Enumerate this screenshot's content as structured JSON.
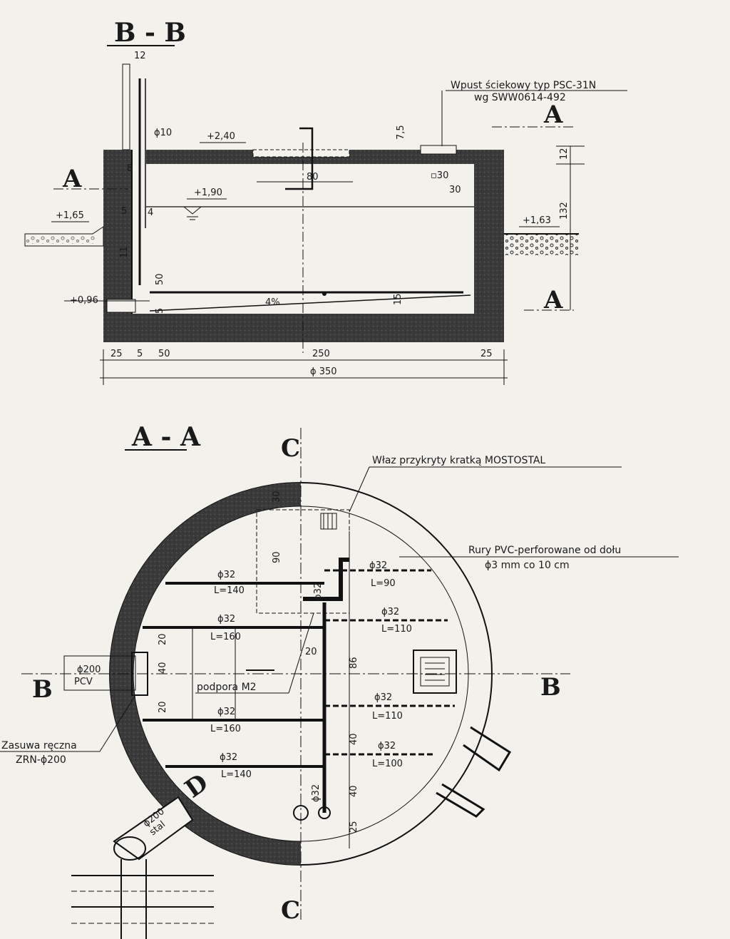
{
  "section_bb": {
    "title": "B - B",
    "inlet_note_line1": "Wpust ściekowy typ PSC-31N",
    "inlet_note_line2": "wg SWW0614-492",
    "cut_marker_a": "A",
    "levels": {
      "top": "+2,40",
      "water": "+1,90",
      "ground_left": "+1,65",
      "ground_right": "+1,63",
      "outlet": "+0,96"
    },
    "dims": {
      "d12": "12",
      "d10": "ϕ10",
      "d75": "7,5",
      "d8": "8",
      "d80": "80",
      "d30a": "▫30",
      "d30b": "30",
      "d5": "5",
      "d4": "4",
      "d11": "11",
      "d50v": "50",
      "d5b": "5",
      "d15": "15",
      "slope": "4%",
      "d12r": "12",
      "d132": "132",
      "bottom": [
        "25",
        "5",
        "50",
        "250",
        "25"
      ],
      "diameter": "ϕ 350"
    }
  },
  "section_aa": {
    "title": "A - A",
    "hatch_note": "Właz przykryty kratką MOSTOSTAL",
    "pipe_note_line1": "Rury PVC-perforowane od dołu",
    "pipe_note_line2": "ϕ3 mm co 10 cm",
    "support_label": "podpora M2",
    "valve_note_line1": "Zasuwa ręczna",
    "valve_note_line2": "ZRN-ϕ200",
    "pvc_label_1": "ϕ200",
    "pvc_label_2": "PCV",
    "steel_pipe_1": "ϕ200",
    "steel_pipe_2": "stal",
    "markers": {
      "c_top": "C",
      "c_bottom": "C",
      "b_left": "B",
      "b_right": "B",
      "d": "D"
    },
    "dims": {
      "d30": "30",
      "d90": "90",
      "d20a": "20",
      "d40": "40",
      "d20b": "20",
      "d20c": "20",
      "d86": "86",
      "d40b": "40",
      "d40c": "40",
      "d25": "25"
    },
    "pipes_left": [
      {
        "dia": "ϕ32",
        "len": "L=140"
      },
      {
        "dia": "ϕ32",
        "len": "L=160"
      },
      {
        "dia": "ϕ32",
        "len": "L=160"
      },
      {
        "dia": "ϕ32",
        "len": "L=140"
      }
    ],
    "pipes_right": [
      {
        "dia": "ϕ32",
        "len": "L=90"
      },
      {
        "dia": "ϕ32",
        "len": "L=110"
      },
      {
        "dia": "ϕ32",
        "len": "L=110"
      },
      {
        "dia": "ϕ32",
        "len": "L=100"
      }
    ],
    "vertical_pipe_labels": [
      "ϕ32",
      "ϕ32"
    ]
  }
}
